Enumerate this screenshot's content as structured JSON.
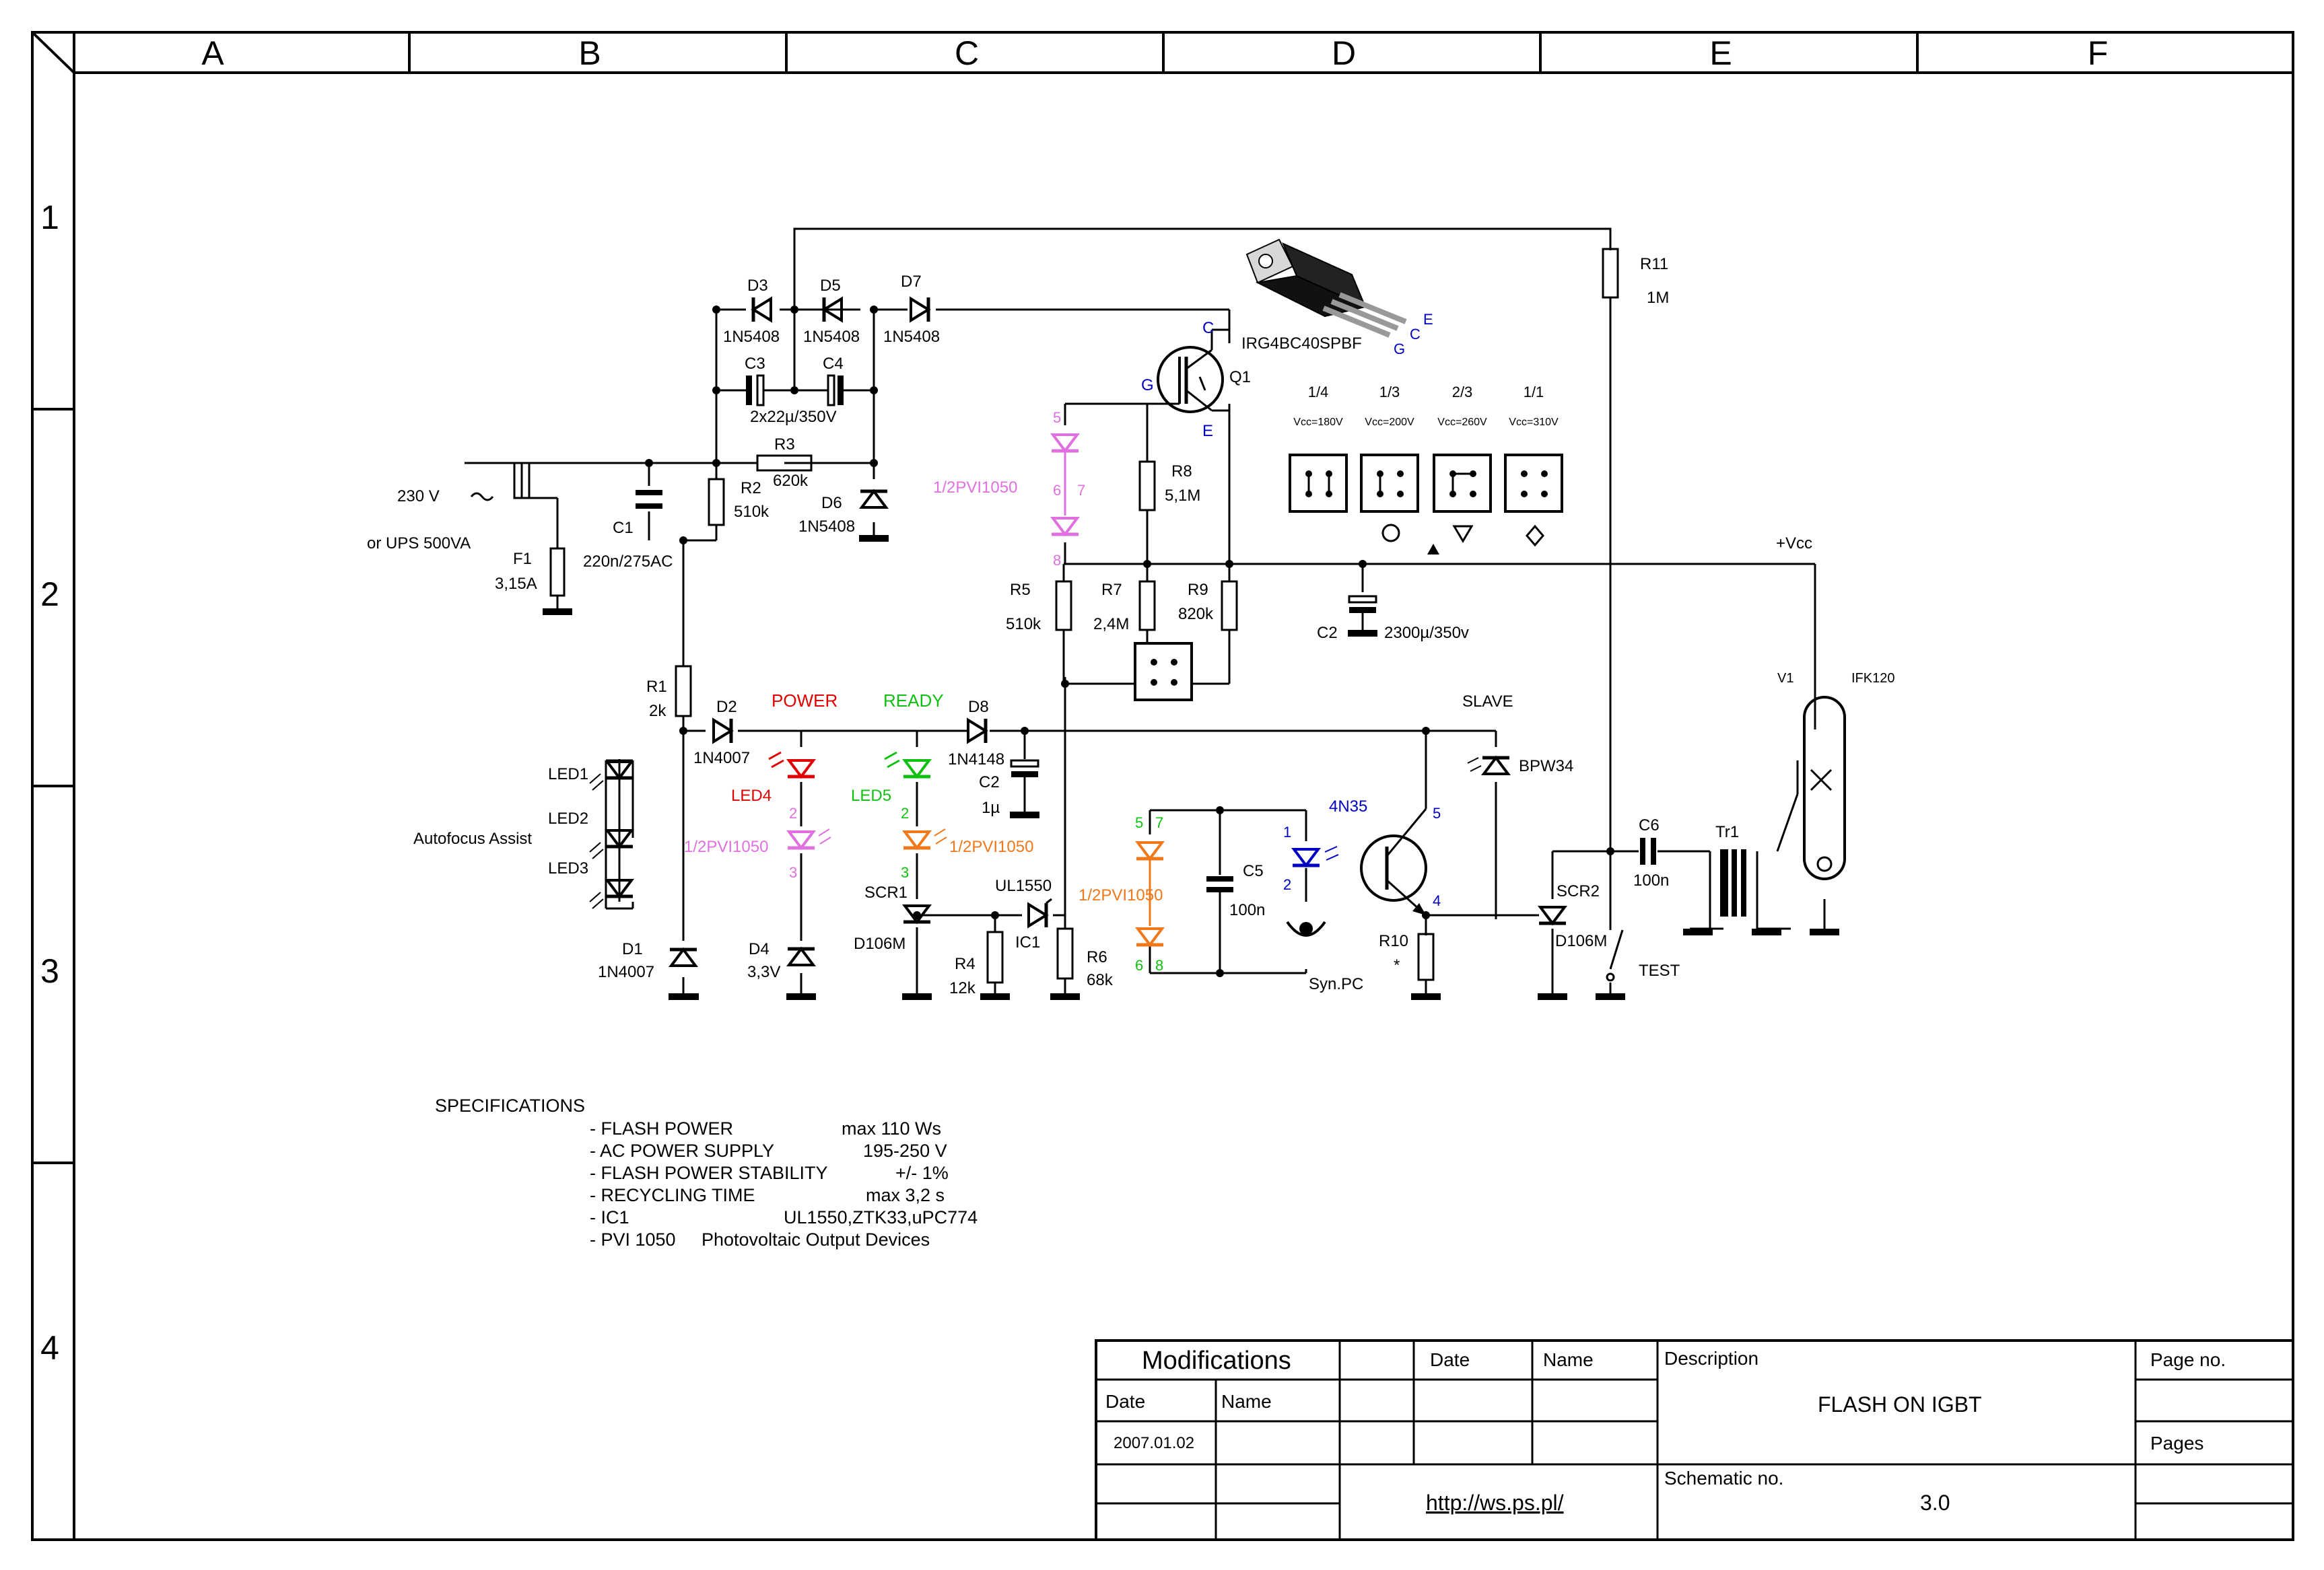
{
  "frame": {
    "columns": [
      "A",
      "B",
      "C",
      "D",
      "E",
      "F"
    ],
    "rows": [
      "1",
      "2",
      "3",
      "4"
    ]
  },
  "colors": {
    "black": "#000000",
    "blue": "#0000c0",
    "red": "#e00000",
    "green": "#10c010",
    "orange": "#f07818",
    "pink": "#e070e0"
  },
  "components": {
    "mains": {
      "voltage": "230 V",
      "symbol": "~",
      "alt": "or UPS 500VA"
    },
    "F1": {
      "ref": "F1",
      "value": "3,15A"
    },
    "C1": {
      "ref": "C1",
      "value": "220n/275AC"
    },
    "R1": {
      "ref": "R1",
      "value": "2k"
    },
    "R2": {
      "ref": "R2",
      "value": "510k"
    },
    "R3": {
      "ref": "R3",
      "value": "620k"
    },
    "R4": {
      "ref": "R4",
      "value": "12k"
    },
    "R5": {
      "ref": "R5",
      "value": "510k"
    },
    "R6": {
      "ref": "R6",
      "value": "68k"
    },
    "R7": {
      "ref": "R7",
      "value": "2,4M"
    },
    "R8": {
      "ref": "R8",
      "value": "5,1M"
    },
    "R9": {
      "ref": "R9",
      "value": "820k"
    },
    "R10": {
      "ref": "R10",
      "value": "*"
    },
    "R11": {
      "ref": "R11",
      "value": "1M"
    },
    "D1": {
      "ref": "D1",
      "value": "1N4007"
    },
    "D2": {
      "ref": "D2",
      "value": "1N4007"
    },
    "D3": {
      "ref": "D3",
      "value": "1N5408"
    },
    "D4": {
      "ref": "D4",
      "value": "3,3V"
    },
    "D5": {
      "ref": "D5",
      "value": "1N5408"
    },
    "D6": {
      "ref": "D6",
      "value": "1N5408"
    },
    "D7": {
      "ref": "D7",
      "value": "1N5408"
    },
    "D8": {
      "ref": "D8",
      "value": "1N4148"
    },
    "C2a": {
      "ref": "C2",
      "value": "1µ"
    },
    "C2b": {
      "ref": "C2",
      "value": "2300µ/350v"
    },
    "C3": {
      "ref": "C3"
    },
    "C4": {
      "ref": "C4"
    },
    "C34": {
      "value": "2x22µ/350V"
    },
    "C5": {
      "ref": "C5",
      "value": "100n"
    },
    "C6": {
      "ref": "C6",
      "value": "100n"
    },
    "Q1": {
      "ref": "Q1",
      "part": "IRG4BC40SPBF",
      "pin_g": "G",
      "pin_c": "C",
      "pin_e": "E"
    },
    "package": {
      "pin_e": "E",
      "pin_c": "C",
      "pin_g": "G"
    },
    "IC1": {
      "ref": "IC1",
      "part": "UL1550"
    },
    "SCR1": {
      "ref": "SCR1",
      "value": "D106M"
    },
    "SCR2": {
      "ref": "SCR2",
      "value": "D106M"
    },
    "LED123": {
      "refs": [
        "LED1",
        "LED2",
        "LED3"
      ],
      "label": "Autofocus Assist"
    },
    "LED4": {
      "ref": "LED4",
      "title": "POWER"
    },
    "LED5": {
      "ref": "LED5",
      "title": "READY"
    },
    "PVI_pink1": {
      "label": "1/2PVI1050",
      "pins": [
        "5",
        "6",
        "7",
        "8"
      ]
    },
    "PVI_pink2": {
      "label": "1/2PVI1050",
      "pins": [
        "2",
        "3"
      ]
    },
    "PVI_orange1": {
      "label": "1/2PVI1050",
      "pins": [
        "2",
        "3"
      ]
    },
    "PVI_orange2": {
      "label": "1/2PVI1050",
      "pins": [
        "5",
        "7",
        "6",
        "8"
      ]
    },
    "opto": {
      "ref": "4N35",
      "pins": [
        "1",
        "2",
        "5",
        "4"
      ]
    },
    "sync": {
      "label": "Syn.PC"
    },
    "slave": {
      "label": "SLAVE",
      "ref": "BPW34"
    },
    "test": {
      "label": "TEST"
    },
    "tr1": {
      "ref": "Tr1"
    },
    "V1": {
      "ref": "V1",
      "part": "IFK120"
    },
    "vcc": {
      "label": "+Vcc"
    },
    "power_table": [
      {
        "ratio": "1/4",
        "vcc": "Vcc=180V",
        "mark": ""
      },
      {
        "ratio": "1/3",
        "vcc": "Vcc=200V",
        "mark": "circle"
      },
      {
        "ratio": "2/3",
        "vcc": "Vcc=260V",
        "mark": "triangle"
      },
      {
        "ratio": "1/1",
        "vcc": "Vcc=310V",
        "mark": "diamond"
      }
    ]
  },
  "specifications": {
    "title": "SPECIFICATIONS",
    "items": [
      {
        "name": "- FLASH POWER",
        "value": "max 110 Ws"
      },
      {
        "name": "- AC POWER SUPPLY",
        "value": "195-250 V"
      },
      {
        "name": "- FLASH POWER STABILITY",
        "value": "+/- 1%"
      },
      {
        "name": "- RECYCLING TIME",
        "value": "max 3,2 s"
      },
      {
        "name": "- IC1",
        "value": "UL1550,ZTK33,uPC774"
      },
      {
        "name": "- PVI 1050",
        "value": "Photovoltaic Output Devices"
      }
    ]
  },
  "title_block": {
    "modifications": "Modifications",
    "date": "Date",
    "name": "Name",
    "mod_date": "2007.01.02",
    "description_label": "Description",
    "description": "FLASH ON IGBT",
    "url": "http://ws.ps.pl/",
    "schematic_label": "Schematic no.",
    "schematic_no": "3.0",
    "page_no": "Page no.",
    "pages": "Pages"
  }
}
